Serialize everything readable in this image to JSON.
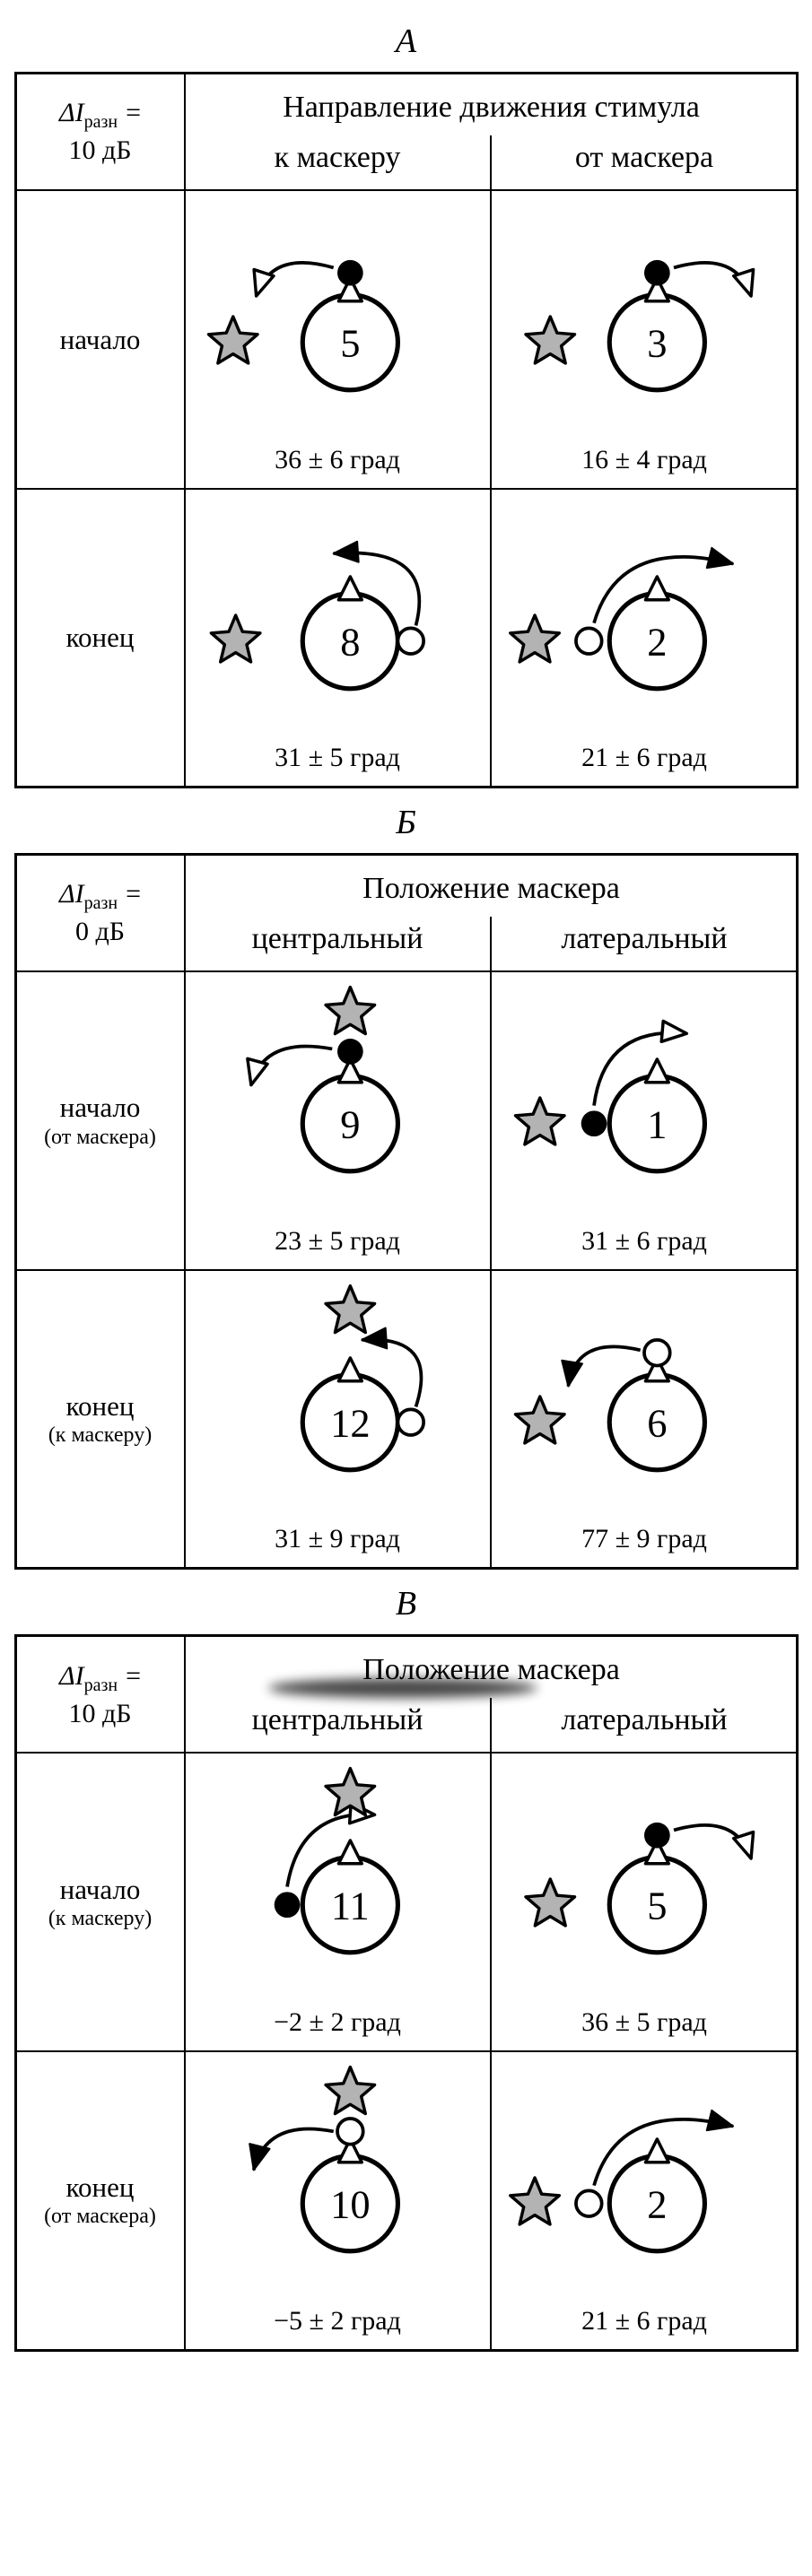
{
  "common": {
    "delta_i": "ΔI",
    "subscript": "разн",
    "equals": "="
  },
  "colors": {
    "star_fill": "#b3b3b3",
    "line": "#000000",
    "background": "#ffffff"
  },
  "panels": [
    {
      "id": "A",
      "title": "А",
      "condition": {
        "value": "10 дБ"
      },
      "header": {
        "title": "Направление движения стимула",
        "col1": "к маскеру",
        "col2": "от маскера"
      },
      "rows": [
        {
          "label": "начало",
          "sublabel": "",
          "cells": [
            {
              "count": "5",
              "value": "36 ± 6 град",
              "diagram": "black-dot-top, open-arrow-to-left, star-far-left"
            },
            {
              "count": "3",
              "value": "16 ± 4 град",
              "diagram": "black-dot-top, open-arrow-to-right, star-left"
            }
          ]
        },
        {
          "label": "конец",
          "sublabel": "",
          "cells": [
            {
              "count": "8",
              "value": "31 ± 5 град",
              "diagram": "white-dot-right, filled-arrow-to-top-left, star-left"
            },
            {
              "count": "2",
              "value": "21 ± 6 град",
              "diagram": "white-dot-left, filled-arrow-to-top-right, star-far-left"
            }
          ]
        }
      ]
    },
    {
      "id": "B",
      "title": "Б",
      "condition": {
        "value": "0 дБ"
      },
      "header": {
        "title": "Положение маскера",
        "col1": "центральный",
        "col2": "латеральный"
      },
      "rows": [
        {
          "label": "начало",
          "sublabel": "(от маскера)",
          "cells": [
            {
              "count": "9",
              "value": "23 ± 5 град",
              "diagram": "star-top, black-dot-top, open-arrow-to-left"
            },
            {
              "count": "1",
              "value": "31 ± 6 град",
              "diagram": "star-left, black-dot-left, open-arrow-to-top-right"
            }
          ]
        },
        {
          "label": "конец",
          "sublabel": "(к маскеру)",
          "cells": [
            {
              "count": "12",
              "value": "31 ± 9 град",
              "diagram": "star-top, white-dot-right, filled-arrow-to-top-left"
            },
            {
              "count": "6",
              "value": "77 ± 9 град",
              "diagram": "star-left, white-dot-top, filled-arrow-down-left"
            }
          ]
        }
      ]
    },
    {
      "id": "V",
      "title": "В",
      "condition": {
        "value": "10 дБ"
      },
      "header": {
        "title": "Положение маскера",
        "col1": "центральный",
        "col2": "латеральный"
      },
      "rows": [
        {
          "label": "начало",
          "sublabel": "(к маскеру)",
          "cells": [
            {
              "count": "11",
              "value": "−2 ± 2 град",
              "diagram": "star-top, black-dot-left, open-arrow-to-top-right"
            },
            {
              "count": "5",
              "value": "36 ± 5 град",
              "diagram": "star-left, black-dot-top, open-arrow-to-right"
            }
          ]
        },
        {
          "label": "конец",
          "sublabel": "(от маскера)",
          "cells": [
            {
              "count": "10",
              "value": "−5 ± 2 град",
              "diagram": "star-top, white-dot-top, filled-arrow-down-left"
            },
            {
              "count": "2",
              "value": "21 ± 6 град",
              "diagram": "star-far-left, white-dot-left, filled-arrow-to-top-right"
            }
          ]
        }
      ]
    }
  ]
}
